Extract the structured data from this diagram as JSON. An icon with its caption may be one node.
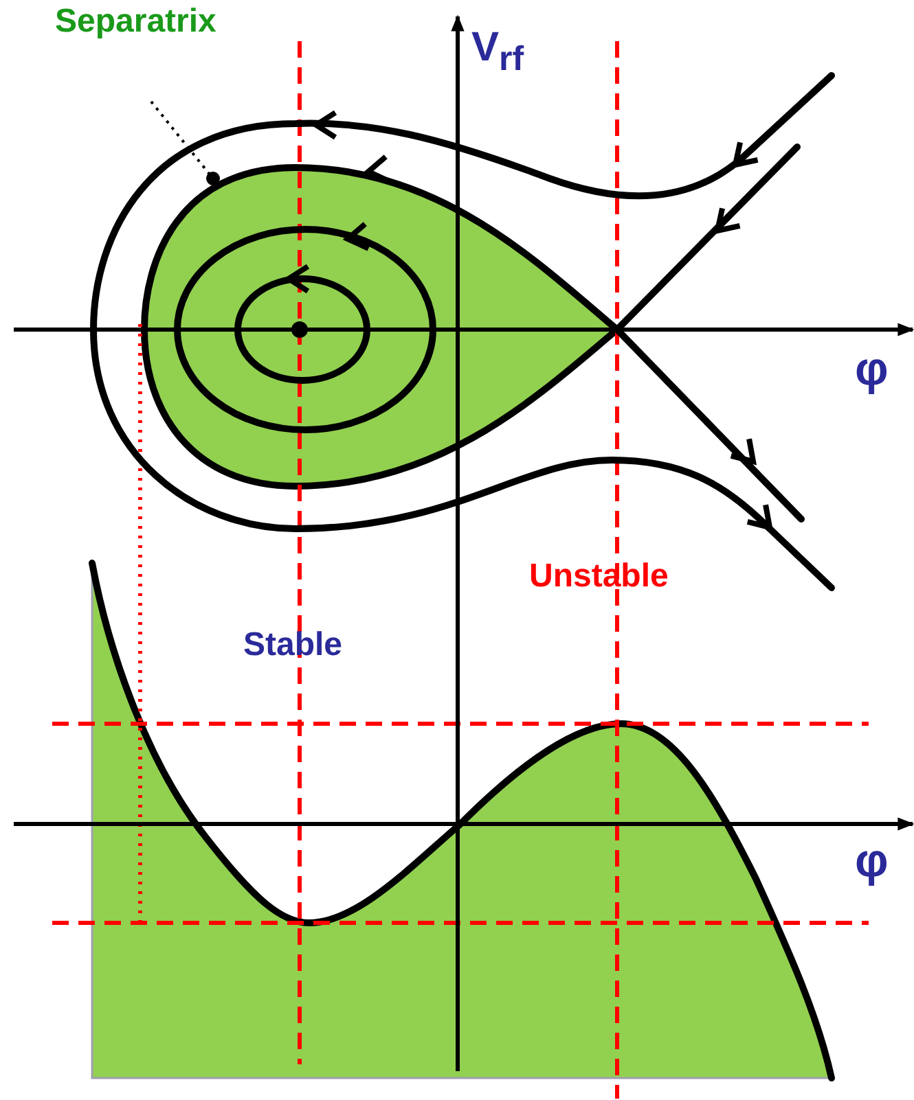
{
  "diagram": {
    "nodes": [
      {
        "text": [
          "Separatrix"
        ]
      },
      {
        "text": [],
        "shape": "curve"
      }
    ],
    "edges": [
      {
        "from": 0,
        "to": 1,
        "arrow": "other",
        "style": "dashed"
      }
    ],
    "labels": [
      "V$_{rf}$",
      "φ",
      "Unstable",
      "Stable",
      "φ"
    ]
  }
}
